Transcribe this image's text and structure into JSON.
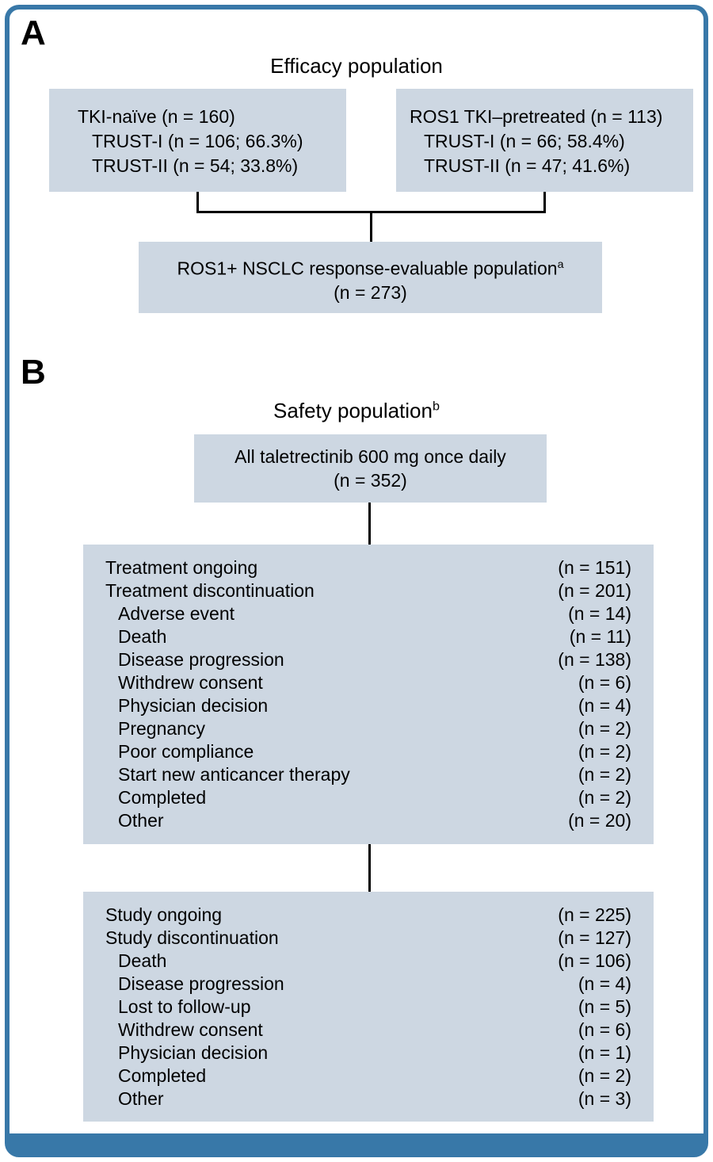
{
  "colors": {
    "frame-blue": "#3878a8",
    "box-fill": "#cdd7e2",
    "line-black": "#000000"
  },
  "panelA": {
    "label": "A",
    "title": "Efficacy population",
    "left_box": {
      "line1": "TKI-naïve (n = 160)",
      "line2": "TRUST-I (n = 106; 66.3%)",
      "line3": "TRUST-II (n = 54; 33.8%)"
    },
    "right_box": {
      "line1": "ROS1 TKI–pretreated (n = 113)",
      "line2": "TRUST-I (n = 66; 58.4%)",
      "line3": "TRUST-II (n = 47; 41.6%)"
    },
    "result_box": {
      "line1": "ROS1+ NSCLC response-evaluable population",
      "line1_sup": "a",
      "line2": "(n = 273)"
    }
  },
  "panelB": {
    "label": "B",
    "title": "Safety population",
    "title_sup": "b",
    "top_box": {
      "line1": "All taletrectinib 600 mg once daily",
      "line2": "(n = 352)"
    },
    "treatment_box": {
      "rows": [
        {
          "label": "Treatment ongoing",
          "value": "(n = 151)"
        },
        {
          "label": "Treatment discontinuation",
          "value": "(n = 201)"
        },
        {
          "label": "Adverse event",
          "value": "(n = 14)"
        },
        {
          "label": "Death",
          "value": "(n = 11)"
        },
        {
          "label": "Disease progression",
          "value": "(n = 138)"
        },
        {
          "label": "Withdrew consent",
          "value": "(n = 6)"
        },
        {
          "label": "Physician decision",
          "value": "(n = 4)"
        },
        {
          "label": "Pregnancy",
          "value": "(n = 2)"
        },
        {
          "label": "Poor compliance",
          "value": "(n = 2)"
        },
        {
          "label": "Start new anticancer therapy",
          "value": "(n = 2)"
        },
        {
          "label": "Completed",
          "value": "(n = 2)"
        },
        {
          "label": "Other",
          "value": "(n = 20)"
        }
      ]
    },
    "study_box": {
      "rows": [
        {
          "label": "Study ongoing",
          "value": "(n = 225)"
        },
        {
          "label": "Study discontinuation",
          "value": "(n = 127)"
        },
        {
          "label": "Death",
          "value": "(n = 106)"
        },
        {
          "label": "Disease progression",
          "value": "(n = 4)"
        },
        {
          "label": "Lost to follow-up",
          "value": "(n = 5)"
        },
        {
          "label": "Withdrew consent",
          "value": "(n = 6)"
        },
        {
          "label": "Physician decision",
          "value": "(n = 1)"
        },
        {
          "label": "Completed",
          "value": "(n = 2)"
        },
        {
          "label": "Other",
          "value": "(n = 3)"
        }
      ]
    }
  }
}
